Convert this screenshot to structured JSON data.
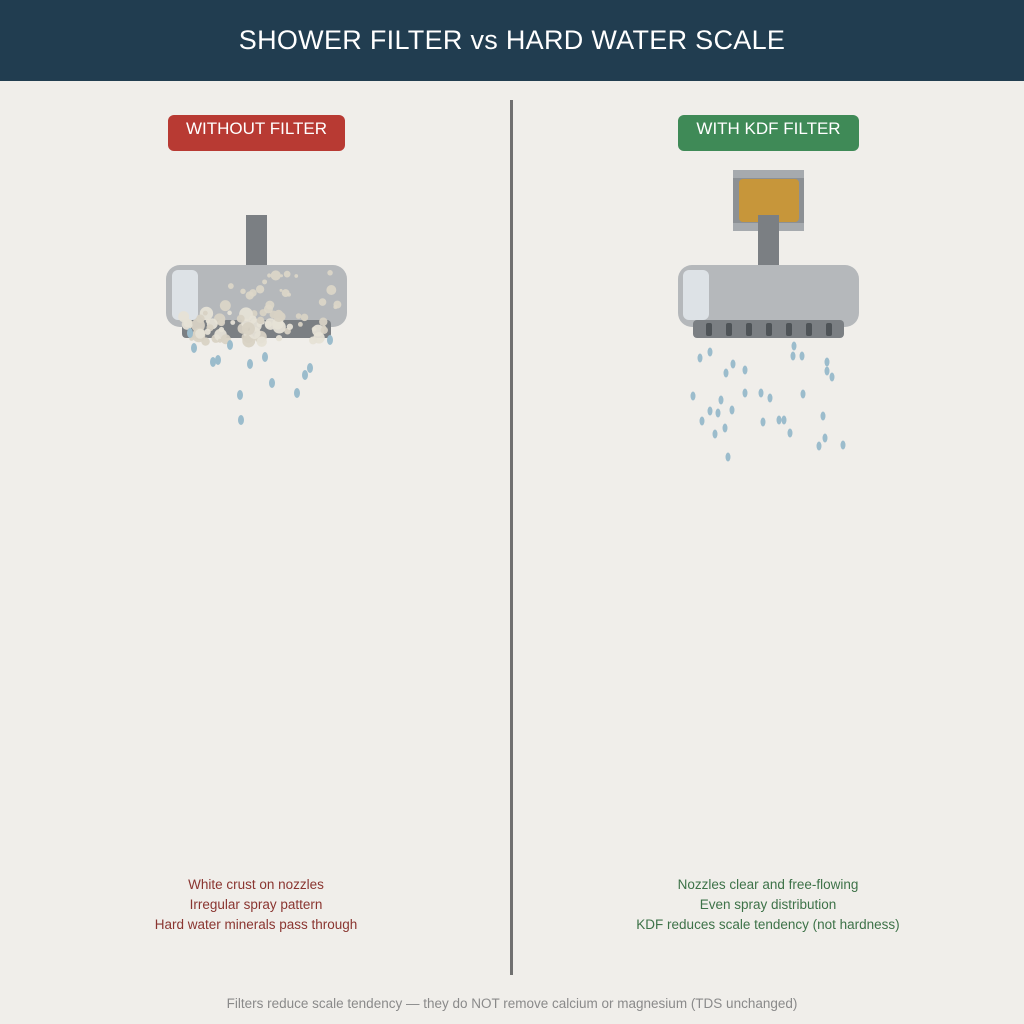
{
  "header": {
    "title": "SHOWER FILTER vs HARD WATER SCALE"
  },
  "left_panel": {
    "badge": "WITHOUT FILTER",
    "badge_color": "#b83a33",
    "captions": [
      "White crust on nozzles",
      "Irregular spray pattern",
      "Hard water minerals pass through"
    ]
  },
  "right_panel": {
    "badge": "WITH KDF FILTER",
    "badge_color": "#3f8a57",
    "captions": [
      "Nozzles clear and free-flowing",
      "Even spray distribution",
      "KDF reduces scale tendency (not hardness)"
    ]
  },
  "footnote": "Filters reduce scale tendency — they do NOT remove calcium or magnesium (TDS unchanged)",
  "colors": {
    "header_bg": "#213d50",
    "background": "#f0eeea",
    "shower_body": "#b5b8bb",
    "nozzle_plate": "#7b7f83",
    "filter_cartridge": "#c7963a",
    "water_drop": "#9bbccc",
    "scale_crust": "#d8d2c4"
  }
}
